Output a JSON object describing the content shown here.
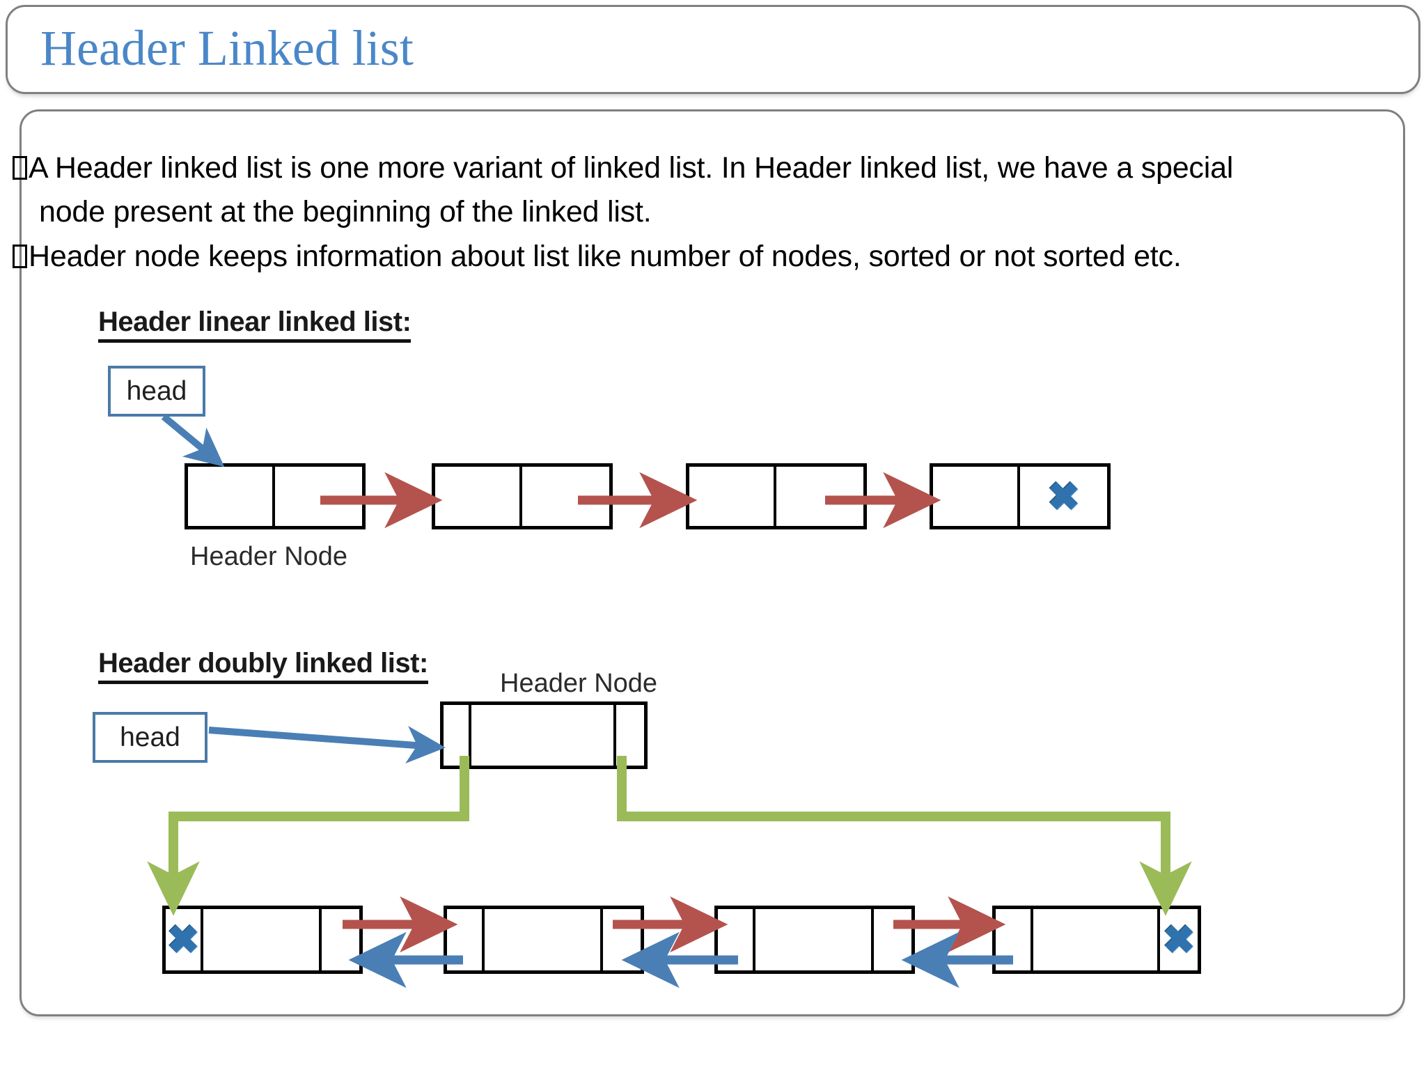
{
  "slide": {
    "title": "Header Linked list",
    "title_color": "#4a87c8",
    "frame_border_color": "#808080"
  },
  "body": {
    "bullets": [
      {
        "marker": "tofu-box-glyph",
        "line1": "A Header linked list is one more variant of linked list. In Header linked list, we have a special",
        "line2": "node present at the beginning of the linked list."
      },
      {
        "marker": "tofu-box-glyph",
        "line1": "Header node keeps information about list like number of nodes, sorted or not sorted etc.",
        "line2": ""
      }
    ]
  },
  "diagram": {
    "colors": {
      "node_border": "#000000",
      "head_box_border": "#4a7aa8",
      "head_arrow": "#4a7fb5",
      "next_arrow_red": "#b4534d",
      "prev_arrow_blue": "#4a7fb5",
      "green_link": "#9bbb59",
      "x_mark": "#2f72ad"
    },
    "linear": {
      "heading": "Header linear linked list:",
      "head_label": "head",
      "header_node_caption": "Header Node",
      "node_count": 4,
      "cells_per_node": 2,
      "terminator_symbol": "✖",
      "terminator_node_index": 3,
      "terminator_cell_index": 1
    },
    "doubly": {
      "heading": "Header doubly linked list:",
      "head_label": "head",
      "header_node_caption": "Header Node",
      "header_node_cells": 3,
      "node_count": 4,
      "cells_per_node": 3,
      "terminator_symbol": "✖",
      "left_terminator": {
        "node_index": 0,
        "cell_index": 0
      },
      "right_terminator": {
        "node_index": 3,
        "cell_index": 2
      }
    }
  }
}
